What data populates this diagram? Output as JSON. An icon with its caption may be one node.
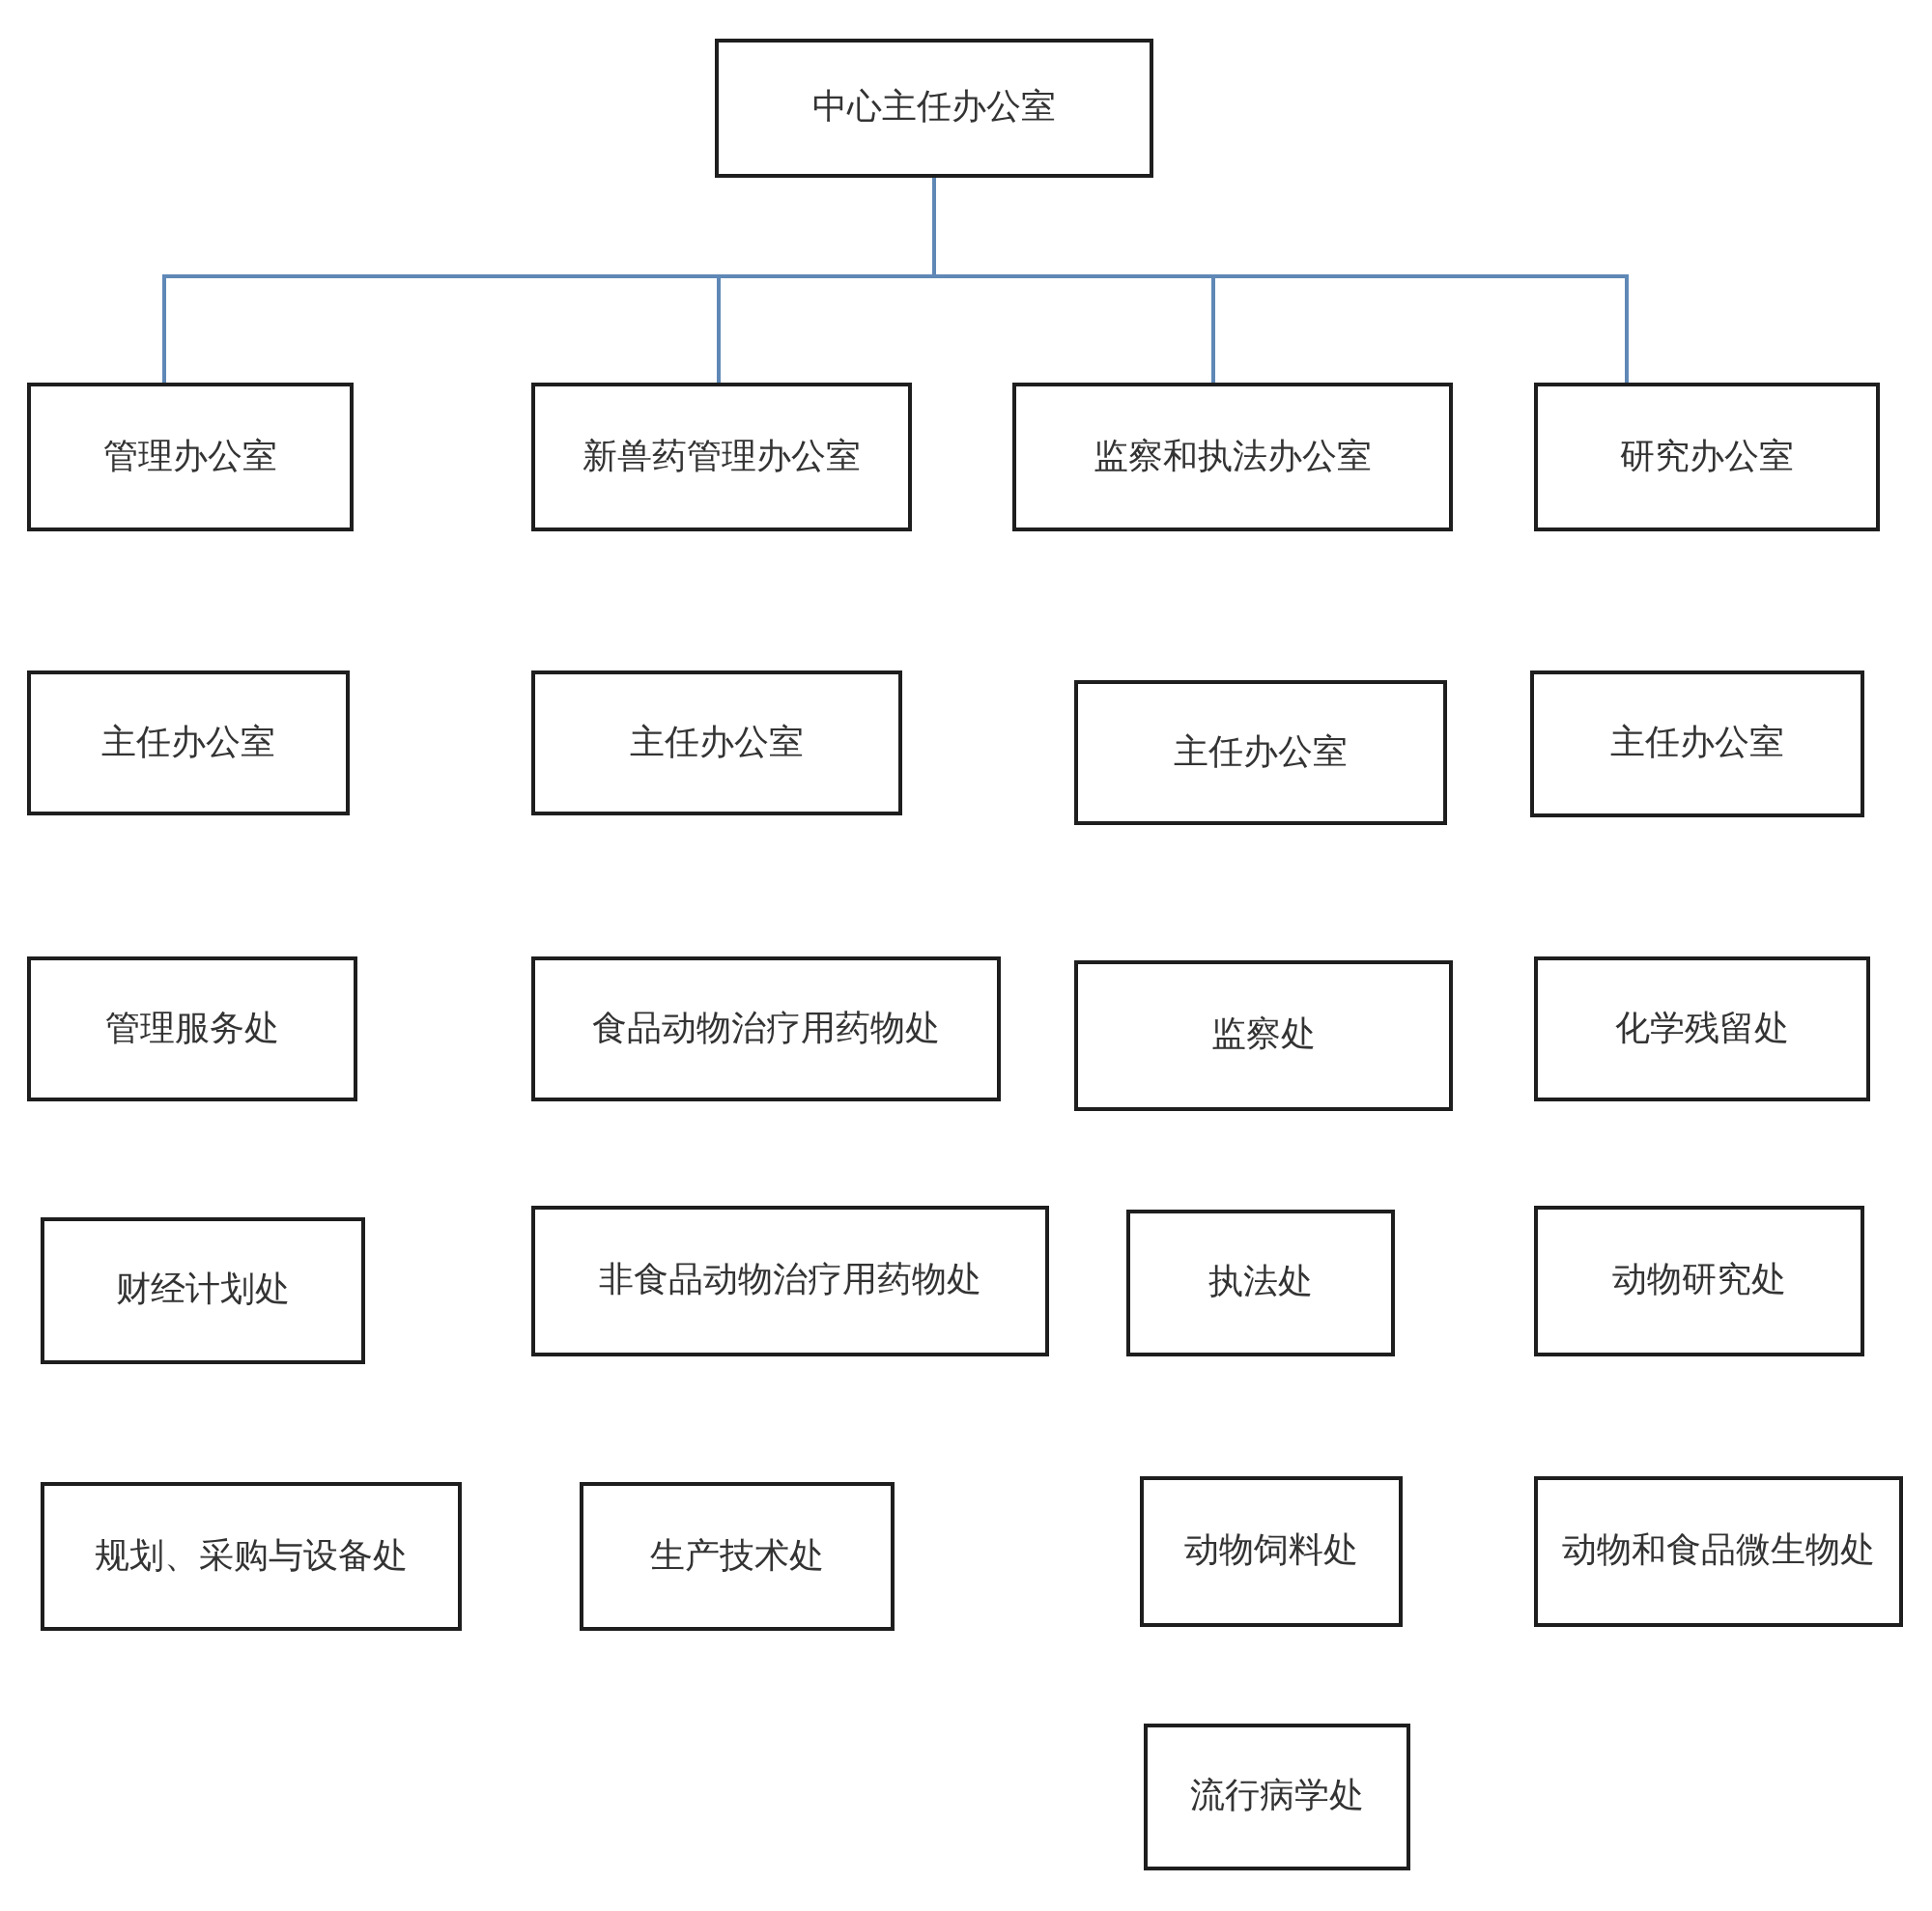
{
  "diagram": {
    "nodes": [
      {
        "text": [
          "中心主任办公室"
        ]
      },
      {
        "text": [
          "管理办公室"
        ]
      },
      {
        "text": [
          "新兽药管理办公室"
        ]
      },
      {
        "text": [
          "监察和执法办公室"
        ]
      },
      {
        "text": [
          "研究办公室"
        ]
      },
      {
        "text": [
          "主任办公室"
        ]
      },
      {
        "text": [
          "主任办公室"
        ]
      },
      {
        "text": [
          "主任办公室"
        ]
      },
      {
        "text": [
          "主任办公室"
        ]
      },
      {
        "text": [
          "管理服务处"
        ]
      },
      {
        "text": [
          "食品动物治疗用药物处"
        ]
      },
      {
        "text": [
          "监察处"
        ]
      },
      {
        "text": [
          "化学残留处"
        ]
      },
      {
        "text": [
          "财经计划处"
        ]
      },
      {
        "text": [
          "非食品动物治疗用药物处"
        ]
      },
      {
        "text": [
          "执法处"
        ]
      },
      {
        "text": [
          "动物研究处"
        ]
      },
      {
        "text": [
          "规划、采购与设备处"
        ]
      },
      {
        "text": [
          "生产技术处"
        ]
      },
      {
        "text": [
          "动物饲料处"
        ]
      },
      {
        "text": [
          "动物和食品微生物处"
        ]
      },
      {
        "text": [
          "流行病学处"
        ]
      }
    ],
    "edges": [
      {
        "from": 0,
        "to": 1,
        "arrow": "none"
      },
      {
        "from": 0,
        "to": 2,
        "arrow": "none"
      },
      {
        "from": 0,
        "to": 3,
        "arrow": "none"
      },
      {
        "from": 0,
        "to": 4,
        "arrow": "none"
      }
    ]
  }
}
